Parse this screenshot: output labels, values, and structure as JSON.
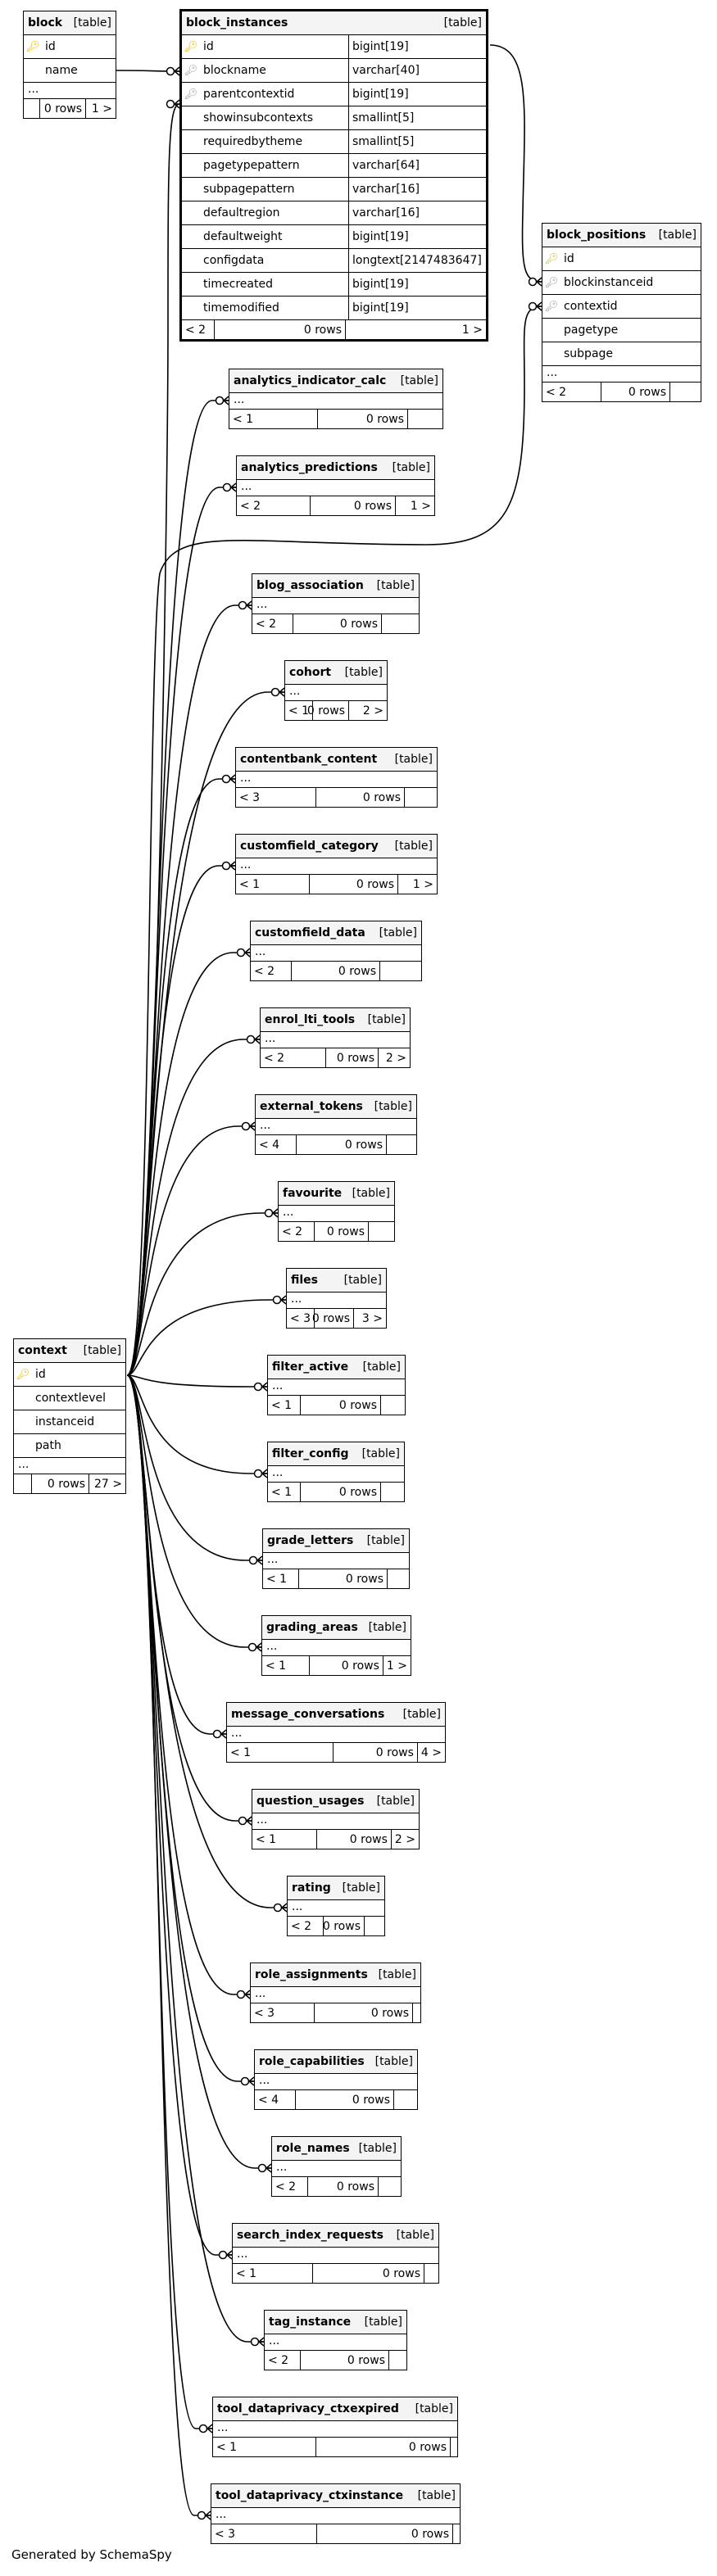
{
  "footer": "Generated by SchemaSpy",
  "colors": {
    "stroke": "#000000",
    "header_bg": "#f4f4f4",
    "pk_key": "#e6b800",
    "fk_key": "#9a9a9a"
  },
  "tables": {
    "block": {
      "name": "block",
      "type": "[table]",
      "columns": [
        {
          "key": "pk",
          "name": "id"
        },
        {
          "key": "",
          "name": "name"
        }
      ],
      "ellipsis": "...",
      "footer": [
        "",
        "0 rows",
        "1 >"
      ]
    },
    "block_instances": {
      "name": "block_instances",
      "type": "[table]",
      "columns": [
        {
          "key": "pk",
          "name": "id",
          "dtype": "bigint[19]"
        },
        {
          "key": "fk",
          "name": "blockname",
          "dtype": "varchar[40]"
        },
        {
          "key": "fk",
          "name": "parentcontextid",
          "dtype": "bigint[19]"
        },
        {
          "key": "",
          "name": "showinsubcontexts",
          "dtype": "smallint[5]"
        },
        {
          "key": "",
          "name": "requiredbytheme",
          "dtype": "smallint[5]"
        },
        {
          "key": "",
          "name": "pagetypepattern",
          "dtype": "varchar[64]"
        },
        {
          "key": "",
          "name": "subpagepattern",
          "dtype": "varchar[16]"
        },
        {
          "key": "",
          "name": "defaultregion",
          "dtype": "varchar[16]"
        },
        {
          "key": "",
          "name": "defaultweight",
          "dtype": "bigint[19]"
        },
        {
          "key": "",
          "name": "configdata",
          "dtype": "longtext[2147483647]"
        },
        {
          "key": "",
          "name": "timecreated",
          "dtype": "bigint[19]"
        },
        {
          "key": "",
          "name": "timemodified",
          "dtype": "bigint[19]"
        }
      ],
      "footer": [
        "< 2",
        "0 rows",
        "1 >"
      ]
    },
    "block_positions": {
      "name": "block_positions",
      "type": "[table]",
      "columns": [
        {
          "key": "pk",
          "name": "id"
        },
        {
          "key": "fk",
          "name": "blockinstanceid"
        },
        {
          "key": "fk",
          "name": "contextid"
        },
        {
          "key": "",
          "name": "pagetype"
        },
        {
          "key": "",
          "name": "subpage"
        }
      ],
      "ellipsis": "...",
      "footer": [
        "< 2",
        "0 rows",
        ""
      ]
    },
    "context": {
      "name": "context",
      "type": "[table]",
      "columns": [
        {
          "key": "pk",
          "name": "id"
        },
        {
          "key": "",
          "name": "contextlevel"
        },
        {
          "key": "",
          "name": "instanceid"
        },
        {
          "key": "",
          "name": "path"
        }
      ],
      "ellipsis": "...",
      "footer": [
        "",
        "0 rows",
        "27 >"
      ]
    },
    "children": [
      {
        "name": "analytics_indicator_calc",
        "type": "[table]",
        "ellipsis": "...",
        "footer": [
          "< 1",
          "0 rows",
          ""
        ]
      },
      {
        "name": "analytics_predictions",
        "type": "[table]",
        "ellipsis": "...",
        "footer": [
          "< 2",
          "0 rows",
          "1 >"
        ]
      },
      {
        "name": "blog_association",
        "type": "[table]",
        "ellipsis": "...",
        "footer": [
          "< 2",
          "0 rows",
          ""
        ]
      },
      {
        "name": "cohort",
        "type": "[table]",
        "ellipsis": "...",
        "footer": [
          "< 1",
          "0 rows",
          "2 >"
        ]
      },
      {
        "name": "contentbank_content",
        "type": "[table]",
        "ellipsis": "...",
        "footer": [
          "< 3",
          "0 rows",
          ""
        ]
      },
      {
        "name": "customfield_category",
        "type": "[table]",
        "ellipsis": "...",
        "footer": [
          "< 1",
          "0 rows",
          "1 >"
        ]
      },
      {
        "name": "customfield_data",
        "type": "[table]",
        "ellipsis": "...",
        "footer": [
          "< 2",
          "0 rows",
          ""
        ]
      },
      {
        "name": "enrol_lti_tools",
        "type": "[table]",
        "ellipsis": "...",
        "footer": [
          "< 2",
          "0 rows",
          "2 >"
        ]
      },
      {
        "name": "external_tokens",
        "type": "[table]",
        "ellipsis": "...",
        "footer": [
          "< 4",
          "0 rows",
          ""
        ]
      },
      {
        "name": "favourite",
        "type": "[table]",
        "ellipsis": "...",
        "footer": [
          "< 2",
          "0 rows",
          ""
        ]
      },
      {
        "name": "files",
        "type": "[table]",
        "ellipsis": "...",
        "footer": [
          "< 3",
          "0 rows",
          "3 >"
        ]
      },
      {
        "name": "filter_active",
        "type": "[table]",
        "ellipsis": "...",
        "footer": [
          "< 1",
          "0 rows",
          ""
        ]
      },
      {
        "name": "filter_config",
        "type": "[table]",
        "ellipsis": "...",
        "footer": [
          "< 1",
          "0 rows",
          ""
        ]
      },
      {
        "name": "grade_letters",
        "type": "[table]",
        "ellipsis": "...",
        "footer": [
          "< 1",
          "0 rows",
          ""
        ]
      },
      {
        "name": "grading_areas",
        "type": "[table]",
        "ellipsis": "...",
        "footer": [
          "< 1",
          "0 rows",
          "1 >"
        ]
      },
      {
        "name": "message_conversations",
        "type": "[table]",
        "ellipsis": "...",
        "footer": [
          "< 1",
          "0 rows",
          "4 >"
        ]
      },
      {
        "name": "question_usages",
        "type": "[table]",
        "ellipsis": "...",
        "footer": [
          "< 1",
          "0 rows",
          "2 >"
        ]
      },
      {
        "name": "rating",
        "type": "[table]",
        "ellipsis": "...",
        "footer": [
          "< 2",
          "0 rows",
          ""
        ]
      },
      {
        "name": "role_assignments",
        "type": "[table]",
        "ellipsis": "...",
        "footer": [
          "< 3",
          "0 rows",
          ""
        ]
      },
      {
        "name": "role_capabilities",
        "type": "[table]",
        "ellipsis": "...",
        "footer": [
          "< 4",
          "0 rows",
          ""
        ]
      },
      {
        "name": "role_names",
        "type": "[table]",
        "ellipsis": "...",
        "footer": [
          "< 2",
          "0 rows",
          ""
        ]
      },
      {
        "name": "search_index_requests",
        "type": "[table]",
        "ellipsis": "...",
        "footer": [
          "< 1",
          "0 rows",
          ""
        ]
      },
      {
        "name": "tag_instance",
        "type": "[table]",
        "ellipsis": "...",
        "footer": [
          "< 2",
          "0 rows",
          ""
        ]
      },
      {
        "name": "tool_dataprivacy_ctxexpired",
        "type": "[table]",
        "ellipsis": "...",
        "footer": [
          "< 1",
          "0 rows",
          ""
        ]
      },
      {
        "name": "tool_dataprivacy_ctxinstance",
        "type": "[table]",
        "ellipsis": "...",
        "footer": [
          "< 3",
          "0 rows",
          ""
        ]
      }
    ]
  }
}
